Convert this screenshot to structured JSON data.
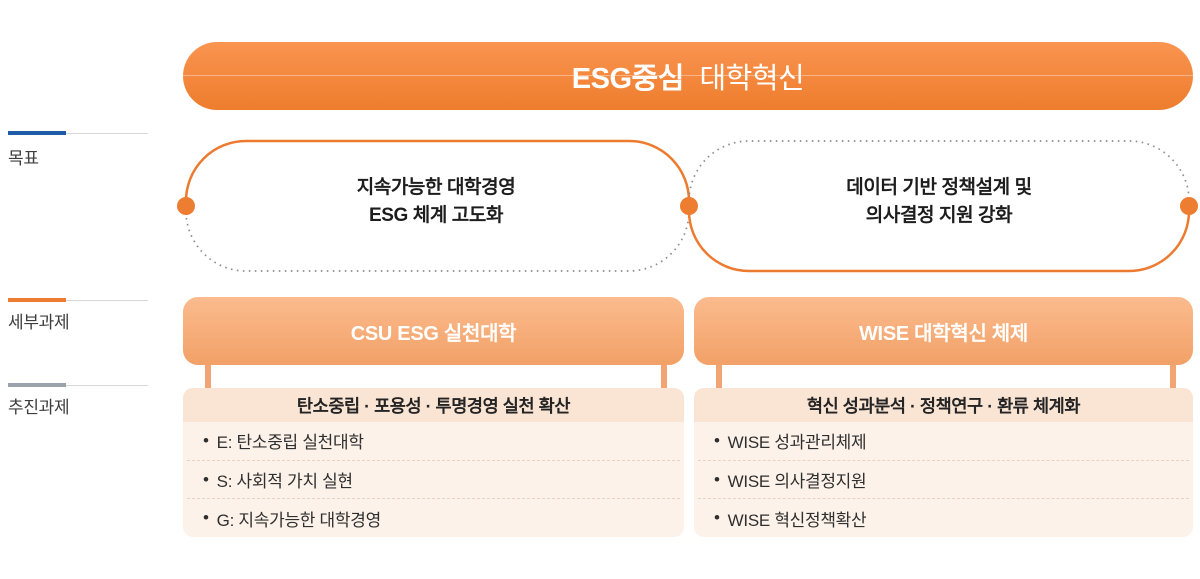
{
  "banner": {
    "title_bold": "ESG중심",
    "title_regular": "대학혁신"
  },
  "row_labels": [
    {
      "text": "목표",
      "accent_color": "#1E5CA8"
    },
    {
      "text": "세부과제",
      "accent_color": "#EE7D33"
    },
    {
      "text": "추진과제",
      "accent_color": "#9AA2AB"
    }
  ],
  "goals": [
    {
      "line1": "지속가능한 대학경영",
      "line2": "ESG 체계 고도화"
    },
    {
      "line1": "데이터 기반 정책설계 및",
      "line2": "의사결정 지원 강화"
    }
  ],
  "columns": [
    {
      "header": "CSU ESG 실천대학",
      "task_title": "탄소중립 · 포용성 · 투명경영 실천 확산",
      "items": [
        "E: 탄소중립 실천대학",
        "S: 사회적 가치 실현",
        "G: 지속가능한 대학경영"
      ]
    },
    {
      "header": "WISE 대학혁신 체제",
      "task_title": "혁신 성과분석 · 정책연구 · 환류 체계화",
      "items": [
        "WISE 성과관리체제",
        "WISE 의사결정지원",
        "WISE 혁신정책확산"
      ]
    }
  ],
  "glyphs": {
    "bullet": "•"
  },
  "colors": {
    "banner_orange_top": "#FA9450",
    "banner_orange_bottom": "#EE7D2D",
    "bar_orange_top": "#FBBB8E",
    "bar_orange_bottom": "#F2A167",
    "capsule_solid_border": "#EC7A2F",
    "capsule_dotted_border": "#8F8F8F",
    "node_dot": "#ED7D31",
    "connector": "#F2A572",
    "panel_title_bg": "#FAE5D4",
    "panel_body_bg": "#FDF2E9",
    "label_blue": "#1E5CA8",
    "label_orange": "#EE7D33",
    "label_gray": "#9AA2AB"
  }
}
